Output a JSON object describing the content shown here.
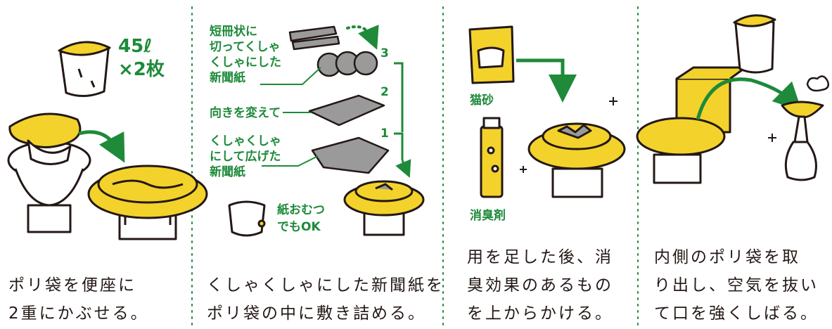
{
  "panel1": {
    "bag_volume": "45ℓ",
    "bag_count": "×2枚",
    "caption_line1": "ポリ袋を便座に",
    "caption_line2": "2重にかぶせる。"
  },
  "panel2": {
    "label_shred": [
      "短冊状に",
      "切ってくしゃ",
      "くしゃにした",
      "新聞紙"
    ],
    "label_direction": "向きを変えて",
    "label_crumple": [
      "くしゃくしゃ",
      "にして広げた",
      "新聞紙"
    ],
    "label_diaper": [
      "紙おむつ",
      "でもOK"
    ],
    "steps": [
      "3",
      "2",
      "1"
    ],
    "caption_line1": "くしゃくしゃにした新聞紙を",
    "caption_line2": "ポリ袋の中に敷き詰める。"
  },
  "panel3": {
    "label_cat_litter": "猫砂",
    "label_deodorant": "消臭剤",
    "caption_line1": "用を足した後、消",
    "caption_line2": "臭効果のあるもの",
    "caption_line3": "を上からかける。"
  },
  "panel4": {
    "caption_line1": "内側のポリ袋を取",
    "caption_line2": "り出し、空気を抜い",
    "caption_line3": "て口を強くしばる。"
  },
  "colors": {
    "accent_green": "#1e8a3a",
    "bag_yellow": "#f3d22b",
    "ink": "#231815",
    "newspaper_gray": "#9a9a9a"
  }
}
